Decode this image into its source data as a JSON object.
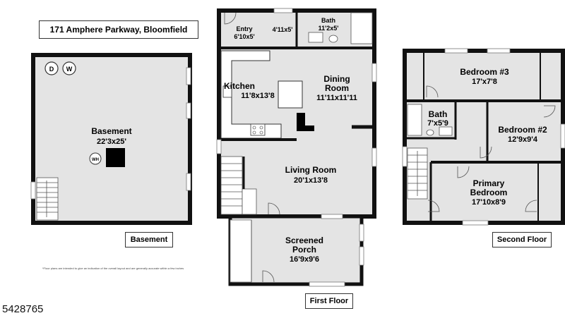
{
  "address": "171 Amphere Parkway, Bloomfield",
  "listing_id": "5428765",
  "disclaimer": "*Floor plans are intended to give an indication of the overall layout and are generally accurate within a few inches",
  "floors": {
    "basement": {
      "label": "Basement"
    },
    "first": {
      "label": "First Floor"
    },
    "second": {
      "label": "Second Floor"
    }
  },
  "rooms": {
    "basement": {
      "name": "Basement",
      "dims": "22'3x25'"
    },
    "entry": {
      "name": "Entry",
      "dims": "6'10x5'"
    },
    "hall": {
      "dims": "4'11x5'"
    },
    "bath1": {
      "name": "Bath",
      "dims": "11'2x5'"
    },
    "kitchen": {
      "name": "Kitchen",
      "dims": "11'8x13'8"
    },
    "dining": {
      "name": "Dining",
      "name2": "Room",
      "dims": "11'11x11'11"
    },
    "living": {
      "name": "Living Room",
      "dims": "20'1x13'8"
    },
    "porch": {
      "name": "Screened",
      "name2": "Porch",
      "dims": "16'9x9'6"
    },
    "bedroom3": {
      "name": "Bedroom #3",
      "dims": "17'x7'8"
    },
    "bath2": {
      "name": "Bath",
      "dims": "7'x5'9"
    },
    "bedroom2": {
      "name": "Bedroom #2",
      "dims": "12'9x9'4"
    },
    "primary": {
      "name": "Primary",
      "name2": "Bedroom",
      "dims": "17'10x8'9"
    }
  },
  "appliances": {
    "dryer": "D",
    "washer": "W",
    "heater": "WH"
  }
}
